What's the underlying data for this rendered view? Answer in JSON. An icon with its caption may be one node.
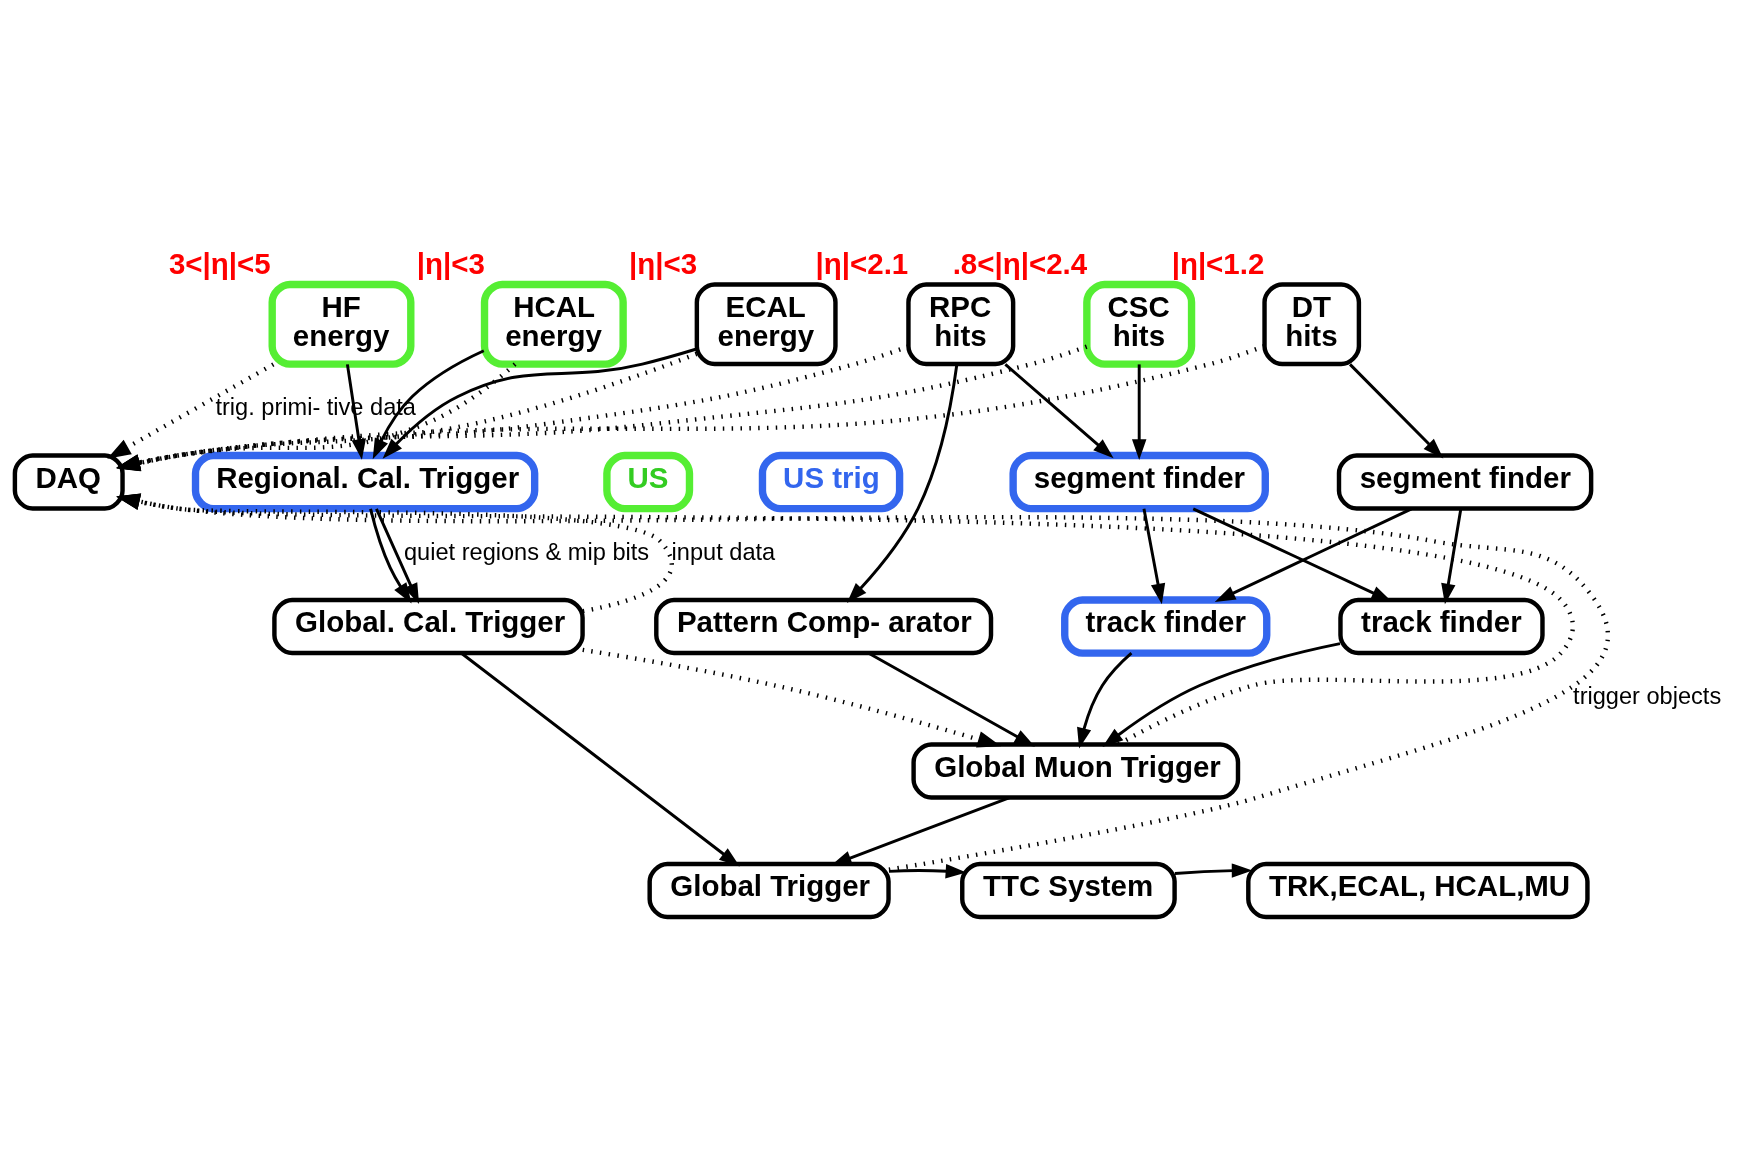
{
  "diagram": {
    "nodes": [
      {
        "text": [
          "HF",
          "energy"
        ],
        "beside": [
          "3<|η|<5"
        ]
      },
      {
        "text": [
          "HCAL",
          "energy"
        ],
        "beside": [
          "|η|<3"
        ]
      },
      {
        "text": [
          "ECAL",
          "energy"
        ],
        "beside": [
          "|η|<3"
        ]
      },
      {
        "text": [
          "RPC",
          "hits"
        ],
        "beside": [
          "|η|<2.1"
        ]
      },
      {
        "text": [
          "CSC",
          "hits"
        ],
        "beside": [
          ".8<|η|<2.4"
        ]
      },
      {
        "text": [
          "DT",
          "hits"
        ],
        "beside": [
          "|η|<1.2"
        ]
      },
      {
        "text": [
          "US"
        ]
      },
      {
        "text": [
          "US trig"
        ]
      },
      {
        "text": [
          "Regional. Cal. Trigger"
        ]
      },
      {
        "text": [
          "segment finder"
        ]
      },
      {
        "text": [
          "segment finder"
        ]
      },
      {
        "text": [
          "DAQ"
        ]
      },
      {
        "text": [
          "Pattern Comp- arator"
        ]
      },
      {
        "text": [
          "track finder"
        ]
      },
      {
        "text": [
          "track finder"
        ]
      },
      {
        "text": [
          "Global. Cal. Trigger"
        ]
      },
      {
        "text": [
          "Global Muon Trigger"
        ]
      },
      {
        "text": [
          "Global Trigger"
        ]
      },
      {
        "text": [
          "TTC System"
        ]
      },
      {
        "text": [
          "TRK,ECAL, HCAL,MU"
        ]
      }
    ],
    "edges": [
      {
        "from": 0,
        "to": 8,
        "arrow": "to"
      },
      {
        "from": 1,
        "to": 8,
        "arrow": "to"
      },
      {
        "from": 2,
        "to": 8,
        "arrow": "to"
      },
      {
        "from": 3,
        "to": 12,
        "arrow": "to"
      },
      {
        "from": 3,
        "to": 9,
        "arrow": "to"
      },
      {
        "from": 4,
        "to": 9,
        "arrow": "to"
      },
      {
        "from": 5,
        "to": 10,
        "arrow": "to"
      },
      {
        "from": 9,
        "to": 13,
        "arrow": "to"
      },
      {
        "from": 9,
        "to": 14,
        "arrow": "to"
      },
      {
        "from": 10,
        "to": 13,
        "arrow": "to"
      },
      {
        "from": 10,
        "to": 14,
        "arrow": "to"
      },
      {
        "from": 8,
        "to": 15,
        "arrow": "to"
      },
      {
        "from": 8,
        "to": 15,
        "arrow": "to",
        "label": "quiet regions & mip bits"
      },
      {
        "from": 15,
        "to": 16,
        "arrow": "to",
        "style": "dashed"
      },
      {
        "from": 12,
        "to": 16,
        "arrow": "to"
      },
      {
        "from": 13,
        "to": 16,
        "arrow": "to"
      },
      {
        "from": 14,
        "to": 16,
        "arrow": "to"
      },
      {
        "from": 15,
        "to": 17,
        "arrow": "to"
      },
      {
        "from": 16,
        "to": 17,
        "arrow": "to"
      },
      {
        "from": 17,
        "to": 18,
        "arrow": "to"
      },
      {
        "from": 18,
        "to": 19,
        "arrow": "to"
      },
      {
        "from": 0,
        "to": 11,
        "arrow": "to",
        "style": "dashed",
        "label": "trig. primi- tive data"
      },
      {
        "from": 1,
        "to": 11,
        "arrow": "to",
        "style": "dashed"
      },
      {
        "from": 2,
        "to": 11,
        "arrow": "to",
        "style": "dashed"
      },
      {
        "from": 3,
        "to": 11,
        "arrow": "to",
        "style": "dashed"
      },
      {
        "from": 4,
        "to": 11,
        "arrow": "to",
        "style": "dashed"
      },
      {
        "from": 5,
        "to": 11,
        "arrow": "to",
        "style": "dashed"
      },
      {
        "from": 15,
        "to": 11,
        "arrow": "to",
        "style": "dashed",
        "label": "input data"
      },
      {
        "from": 16,
        "to": 11,
        "arrow": "to",
        "style": "dashed"
      },
      {
        "from": 17,
        "to": 11,
        "arrow": "to",
        "style": "dashed",
        "label": "trigger objects"
      }
    ]
  }
}
